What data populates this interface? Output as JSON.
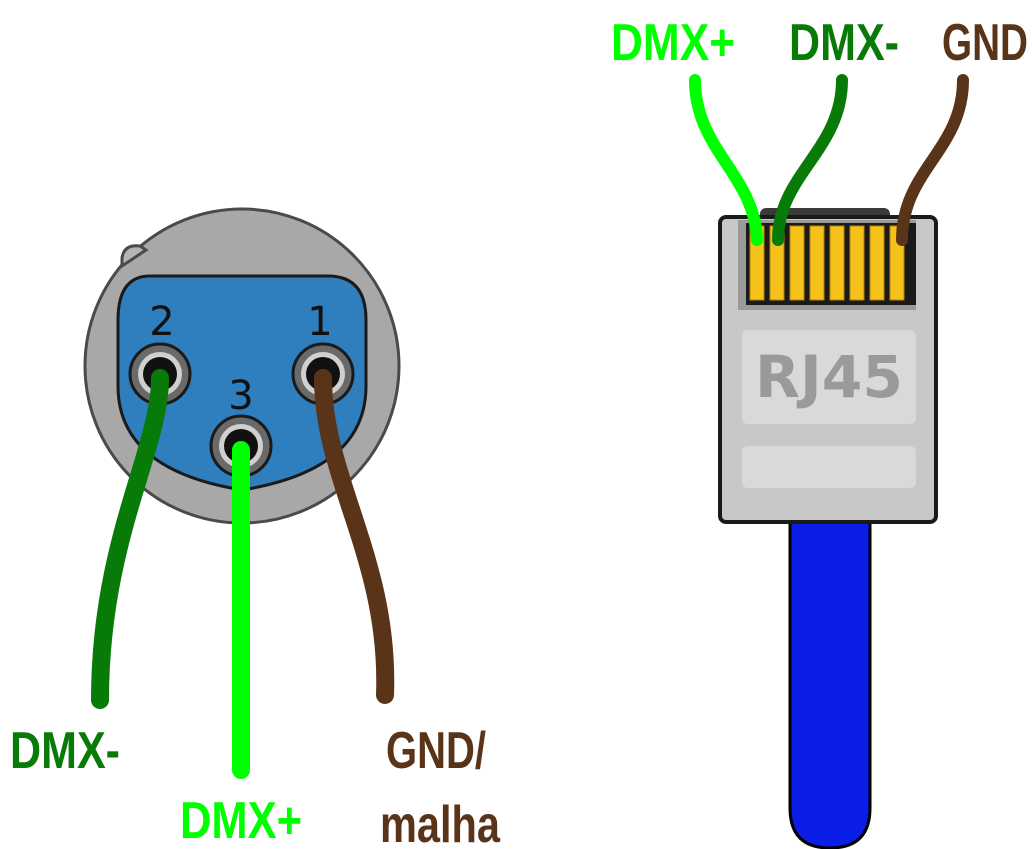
{
  "colors": {
    "dmx_plus": "#00ff00",
    "dmx_minus": "#087a08",
    "gnd": "#5a3418",
    "xlr_body": "#a8a8a8",
    "xlr_face": "#2f7fbf",
    "rj45_body": "#c8c8c8",
    "contacts": "#f5c21b",
    "cable": "#0a1ee8"
  },
  "xlr": {
    "pins": {
      "pin1": "1",
      "pin2": "2",
      "pin3": "3"
    },
    "labels": {
      "dmx_minus": "DMX-",
      "dmx_plus": "DMX+",
      "gnd_line1": "GND/",
      "gnd_line2": "malha"
    }
  },
  "rj45": {
    "title": "RJ45",
    "labels": {
      "dmx_plus": "DMX+",
      "dmx_minus": "DMX-",
      "gnd": "GND"
    }
  }
}
